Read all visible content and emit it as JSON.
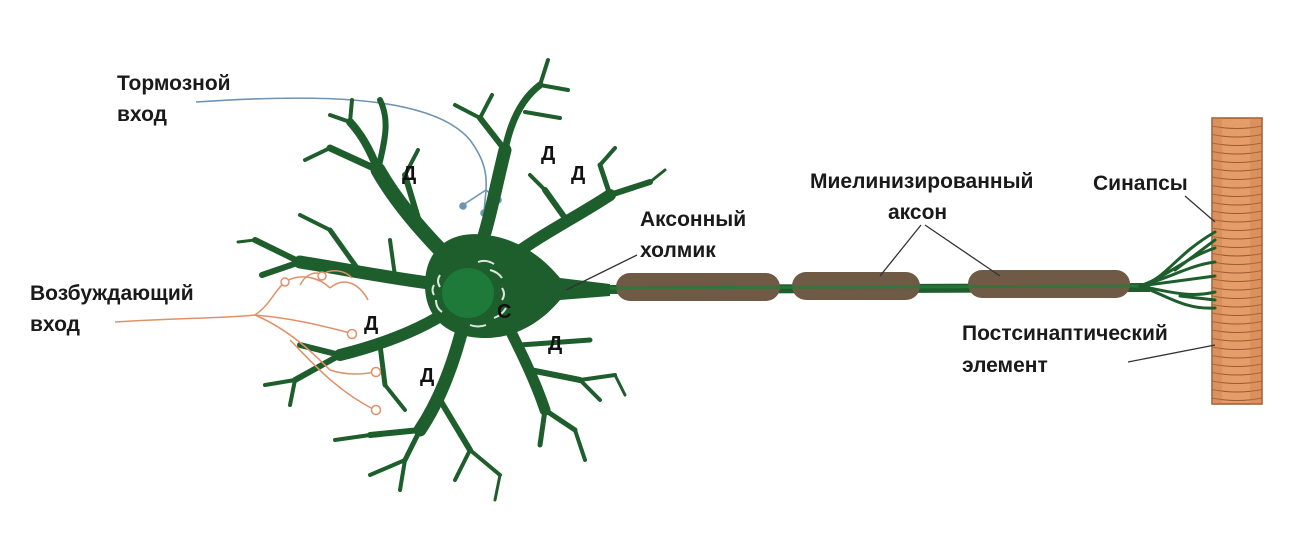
{
  "labels": {
    "inhibitory_input": [
      "Тормозной",
      "вход"
    ],
    "excitatory_input": [
      "Возбуждающий",
      "вход"
    ],
    "axon_hillock": [
      "Аксонный",
      "холмик"
    ],
    "myelinated_axon": [
      "Миелинизированный",
      "аксон"
    ],
    "synapses": "Синапсы",
    "postsynaptic_element": [
      "Постсинаптический",
      "элемент"
    ],
    "soma_marker": "С",
    "dendrite_marker": "Д"
  },
  "colors": {
    "neuron": "#1e5e2c",
    "nucleus": "#1d7a38",
    "myelin": "#6e5a45",
    "inhibitory_fiber": "#6f94b4",
    "excitatory_fiber": "#e0916a",
    "postsynaptic": "#e09a66",
    "label": "#1a1a1a"
  }
}
